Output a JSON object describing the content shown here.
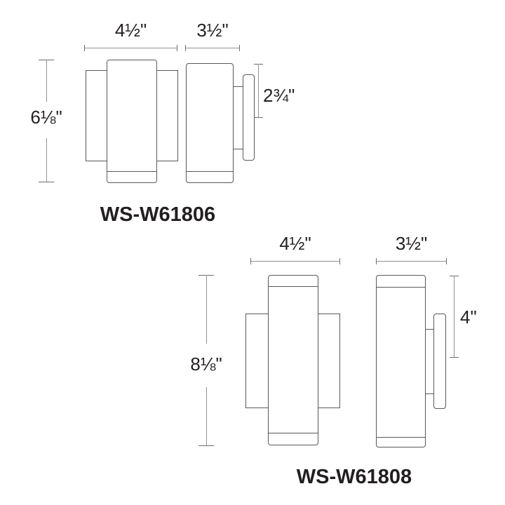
{
  "colors": {
    "outline": "#58595b",
    "dimension_line": "#919396",
    "dimension_tick": "#6d6e71",
    "text": "#231f20",
    "background": "#ffffff"
  },
  "diagrams": [
    {
      "model": "WS-W61806",
      "width": "4½\"",
      "depth": "3½\"",
      "height": "6⅛\"",
      "bracket_height": "2¾\""
    },
    {
      "model": "WS-W61808",
      "width": "4½\"",
      "depth": "3½\"",
      "height": "8⅛\"",
      "bracket_height": "4\""
    }
  ]
}
